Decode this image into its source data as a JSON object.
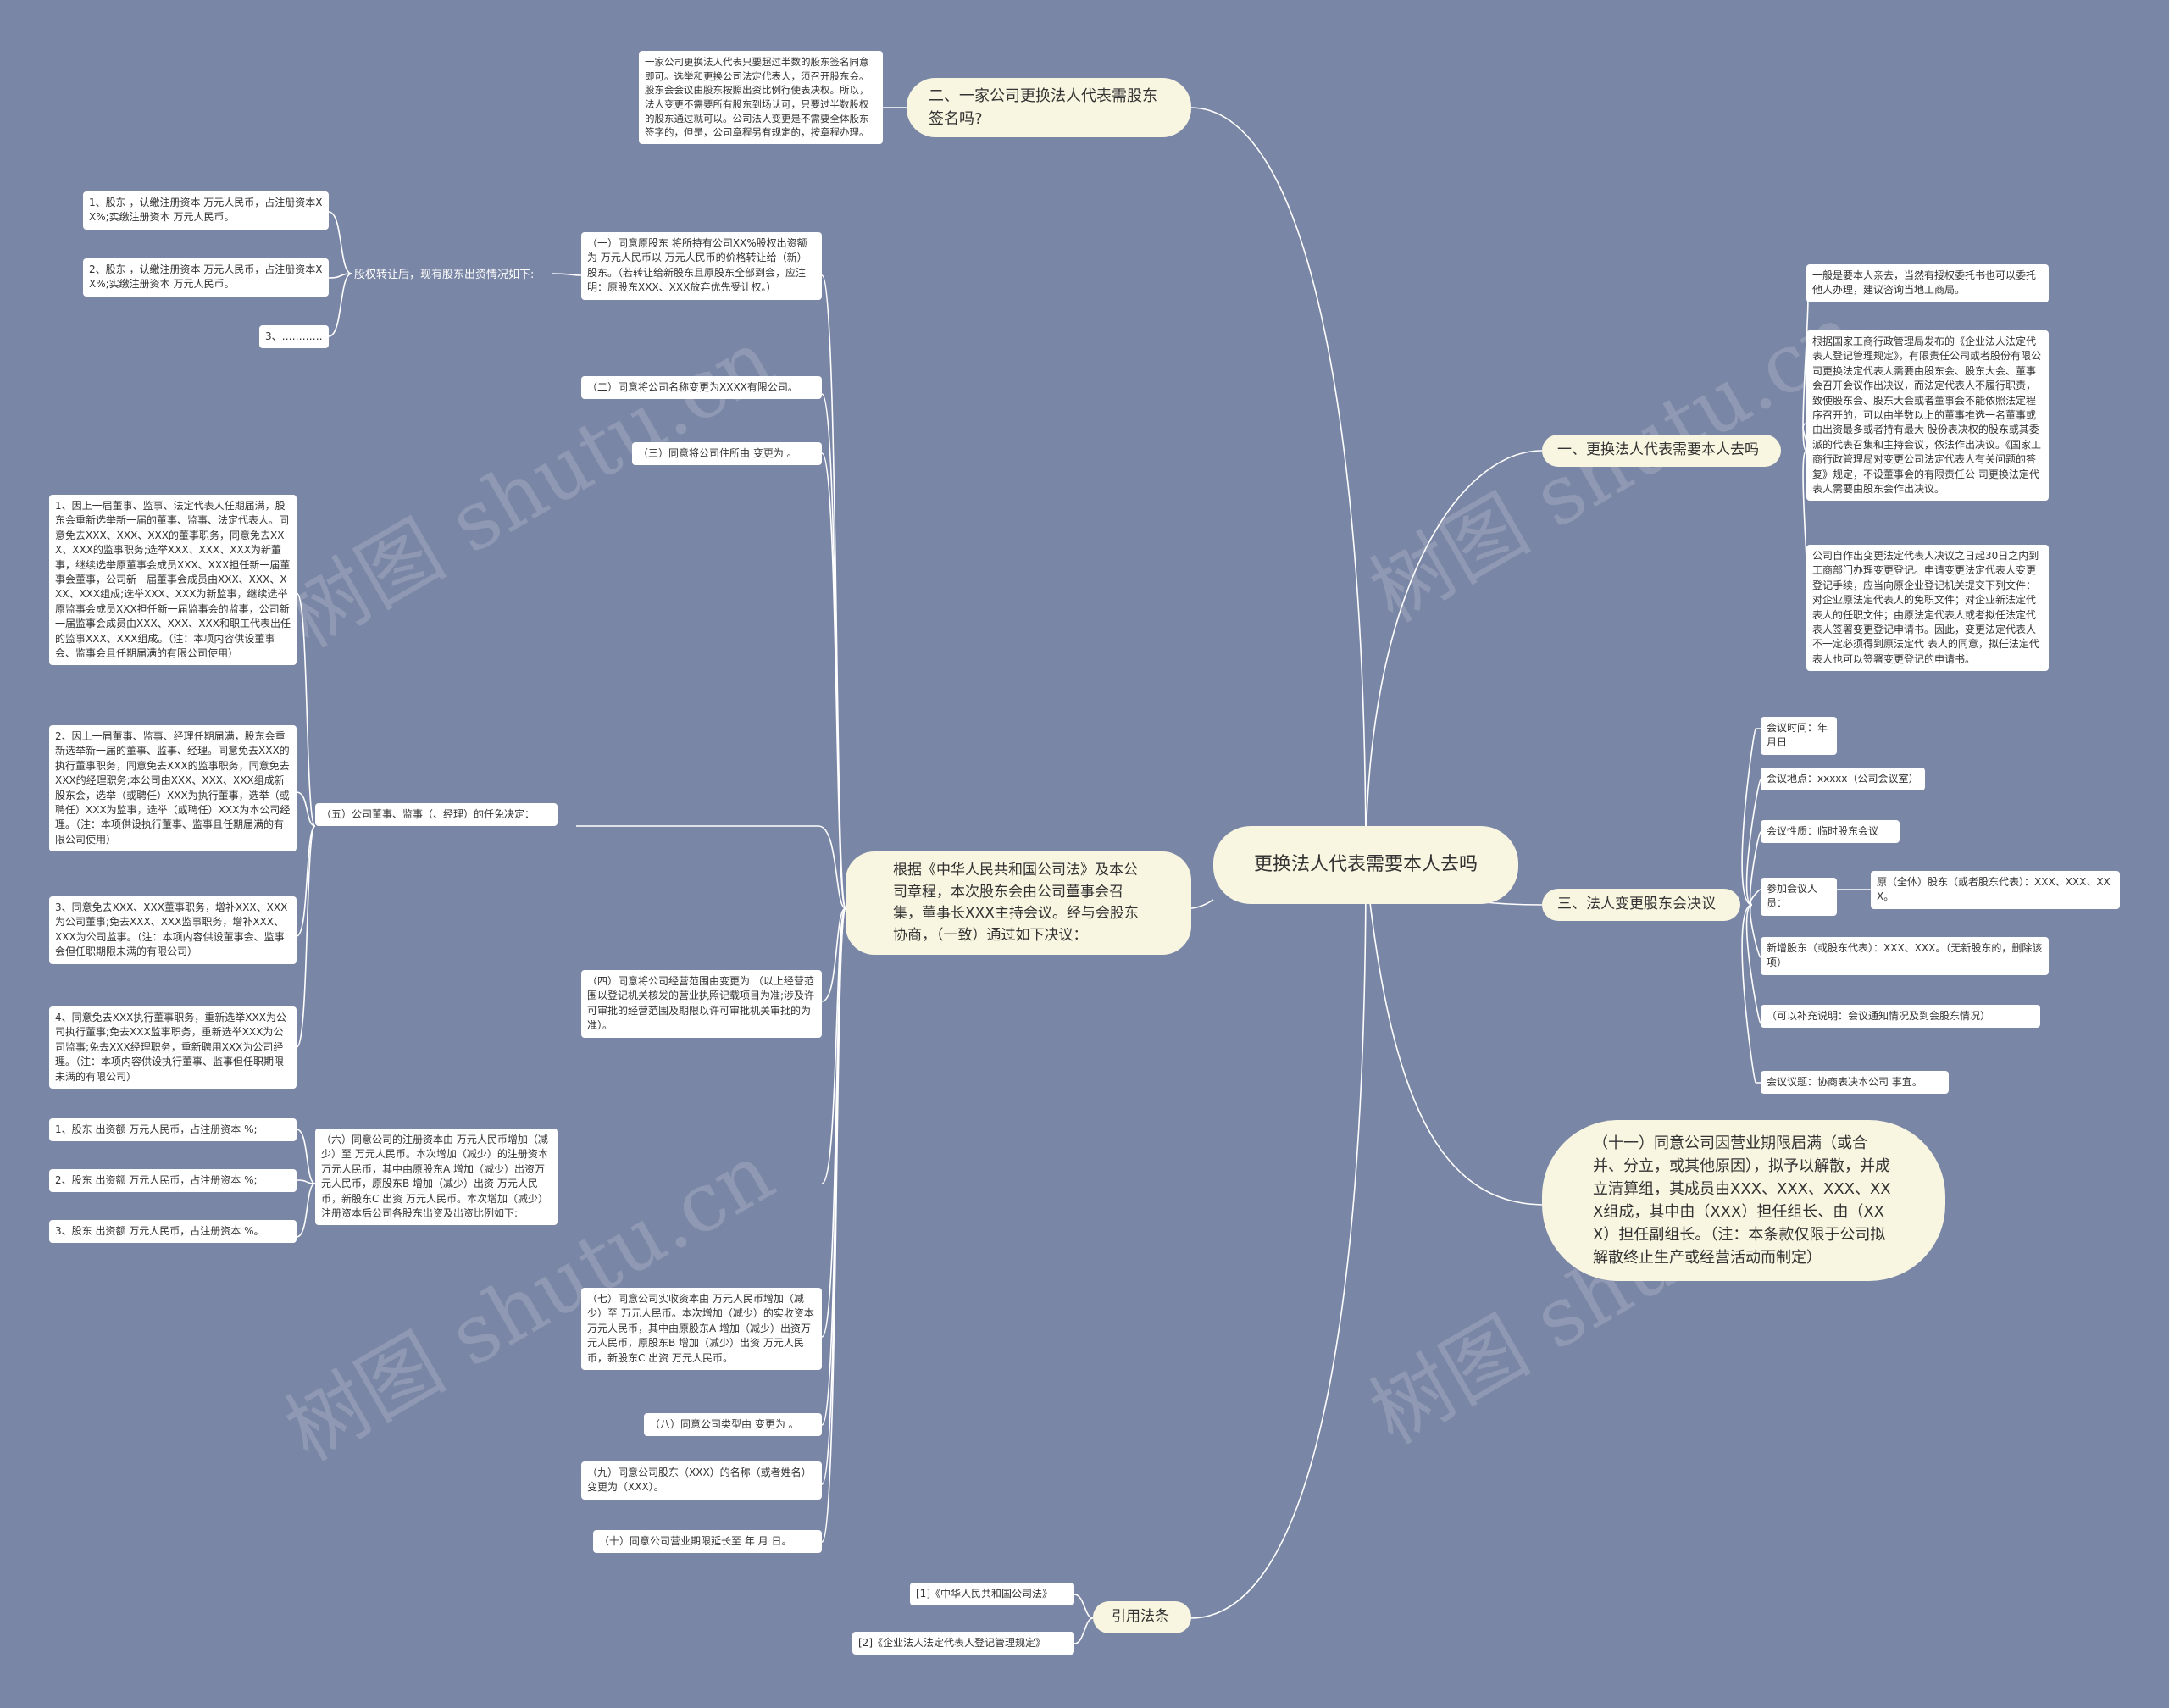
{
  "root": "更换法人代表需要本人去吗",
  "hubs": {
    "q2": "二、一家公司更换法人代表需股东签名吗?",
    "q1": "一、更换法人代表需要本人去吗",
    "q3": "三、法人变更股东会决议",
    "resolution": "根据《中华人民共和国公司法》及本公司章程，本次股东会由公司董事会召集，董事长XXX主持会议。经与会股东协商，（一致）通过如下决议：",
    "refs": "引用法条",
    "eleven": "（十一）同意公司因营业期限届满（或合并、分立，或其他原因），拟予以解散，并成立清算组，其成员由XXX、XXX、XXX、XXX组成，其中由（XXX）担任组长、由（XXX）担任副组长。（注：本条款仅限于公司拟解散终止生产或经营活动而制定）"
  },
  "q2_detail": "一家公司更换法人代表只要超过半数的股东签名同意即可。选举和更换公司法定代表人，须召开股东会。股东会会议由股东按照出资比例行使表决权。所以，法人变更不需要所有股东到场认可，只要过半数股权的股东通过就可以。公司法人变更是不需要全体股东签字的，但是，公司章程另有规定的，按章程办理。",
  "q1_details": [
    "一般是要本人亲去，当然有授权委托书也可以委托他人办理，建议咨询当地工商局。",
    "根据国家工商行政管理局发布的《企业法人法定代表人登记管理规定》，有限责任公司或者股份有限公司更换法定代表人需要由股东会、股东大会、董事会召开会议作出决议，而法定代表人不履行职责，致使股东会、股东大会或者董事会不能依照法定程序召开的，可以由半数以上的董事推选一名董事或由出资最多或者持有最大 股份表决权的股东或其委派的代表召集和主持会议，依法作出决议。《国家工商行政管理局对变更公司法定代表人有关问题的答复》规定，不设董事会的有限责任公 司更换法定代表人需要由股东会作出决议。",
    "公司自作出变更法定代表人决议之日起30日之内到工商部门办理变更登记。申请变更法定代表人变更登记手续，应当向原企业登记机关提交下列文件：对企业原法定代表人的免职文件；对企业新法定代表人的任职文件；由原法定代表人或者拟任法定代表人签署变更登记申请书。因此，变更法定代表人不一定必须得到原法定代 表人的同意，拟任法定代表人也可以签署变更登记的申请书。"
  ],
  "q3_items": [
    "会议时间：年月日",
    "会议地点：xxxxx（公司会议室）",
    "会议性质：临时股东会议",
    "参加会议人员：",
    "新增股东（或股东代表）：XXX、XXX。（无新股东的，删除该项）",
    "（可以补充说明：会议通知情况及到会股东情况）",
    "会议议题：协商表决本公司 事宜。"
  ],
  "q3_attendees": "原（全体）股东（或者股东代表）：XXX、XXX、XXX。",
  "res_items": {
    "r1": "（一）同意原股东 将所持有公司XX%股权出资额为 万元人民币以 万元人民币的价格转让给（新）股东。（若转让给新股东且原股东全部到会，应注明：原股东XXX、XXX放弃优先受让权。）",
    "r2": "（二）同意将公司名称变更为XXXX有限公司。",
    "r3": "（三）同意将公司住所由 变更为 。",
    "r4": "（四）同意将公司经营范围由变更为 （以上经营范围以登记机关核发的营业执照记载项目为准;涉及许可审批的经营范围及期限以许可审批机关审批的为准）。",
    "r5": "（五）公司董事、监事（、经理）的任免决定：",
    "r6": "（六）同意公司的注册资本由 万元人民币增加（减少）至 万元人民币。本次增加（减少）的注册资本 万元人民币，其中由原股东A 增加（减少）出资万元人民币，原股东B 增加（减少）出资 万元人民币，新股东C 出资 万元人民币。本次增加（减少）注册资本后公司各股东出资及出资比例如下:",
    "r7": "（七）同意公司实收资本由 万元人民币增加（减少）至 万元人民币。本次增加（减少）的实收资本 万元人民币，其中由原股东A 增加（减少）出资万元人民币，原股东B 增加（减少）出资 万元人民币，新股东C 出资 万元人民币。",
    "r8": "（八）同意公司类型由 变更为 。",
    "r9": "（九）同意公司股东（XXX）的名称（或者姓名）变更为（XXX）。",
    "r10": "（十）同意公司营业期限延长至 年 月 日。"
  },
  "transfer": {
    "label": "股权转让后，现有股东出资情况如下:",
    "items": [
      "1、股东 ，认缴注册资本 万元人民币，占注册资本XX%;实缴注册资本 万元人民币。",
      "2、股东 ，认缴注册资本 万元人民币，占注册资本XX%;实缴注册资本 万元人民币。",
      "3、…………"
    ]
  },
  "directors": [
    "1、因上一届董事、监事、法定代表人任期届满，股东会重新选举新一届的董事、监事、法定代表人。同意免去XXX、XXX、XXX的董事职务，同意免去XXX、XXX的监事职务;选举XXX、XXX、XXX为新董事，继续选举原董事会成员XXX、XXX担任新一届董事会董事，公司新一届董事会成员由XXX、XXX、XXX、XXX组成;选举XXX、XXX为新监事，继续选举原监事会成员XXX担任新一届监事会的监事，公司新一届监事会成员由XXX、XXX、XXX和职工代表出任的监事XXX、XXX组成。（注：本项内容供设董事会、监事会且任期届满的有限公司使用）",
    "2、因上一届董事、监事、经理任期届满，股东会重新选举新一届的董事、监事、经理。同意免去XXX的执行董事职务，同意免去XXX的监事职务，同意免去XXX的经理职务;本公司由XXX、XXX、XXX组成新股东会，选举（或聘任）XXX为执行董事，选举（或聘任）XXX为监事，选举（或聘任）XXX为本公司经理。（注：本项供设执行董事、监事且任期届满的有限公司使用）",
    "3、同意免去XXX、XXX董事职务，增补XXX、XXX为公司董事;免去XXX、XXX监事职务，增补XXX、XXX为公司监事。（注：本项内容供设董事会、监事会但任职期限未满的有限公司）",
    "4、同意免去XXX执行董事职务，重新选举XXX为公司执行董事;免去XXX监事职务，重新选举XXX为公司监事;免去XXX经理职务，重新聘用XXX为公司经理。（注：本项内容供设执行董事、监事但任职期限未满的有限公司）"
  ],
  "capital": [
    "1、股东 出资额 万元人民币，占注册资本 %;",
    "2、股东 出资额 万元人民币，占注册资本 %;",
    "3、股东 出资额 万元人民币，占注册资本 %。"
  ],
  "refs": [
    "[1]《中华人民共和国公司法》",
    "[2]《企业法人法定代表人登记管理规定》"
  ],
  "watermark": "树图 shutu.cn",
  "colors": {
    "background": "#7a86a5",
    "hub": "#f8f5e0",
    "leaf": "#ffffff",
    "line": "#ffffff"
  }
}
